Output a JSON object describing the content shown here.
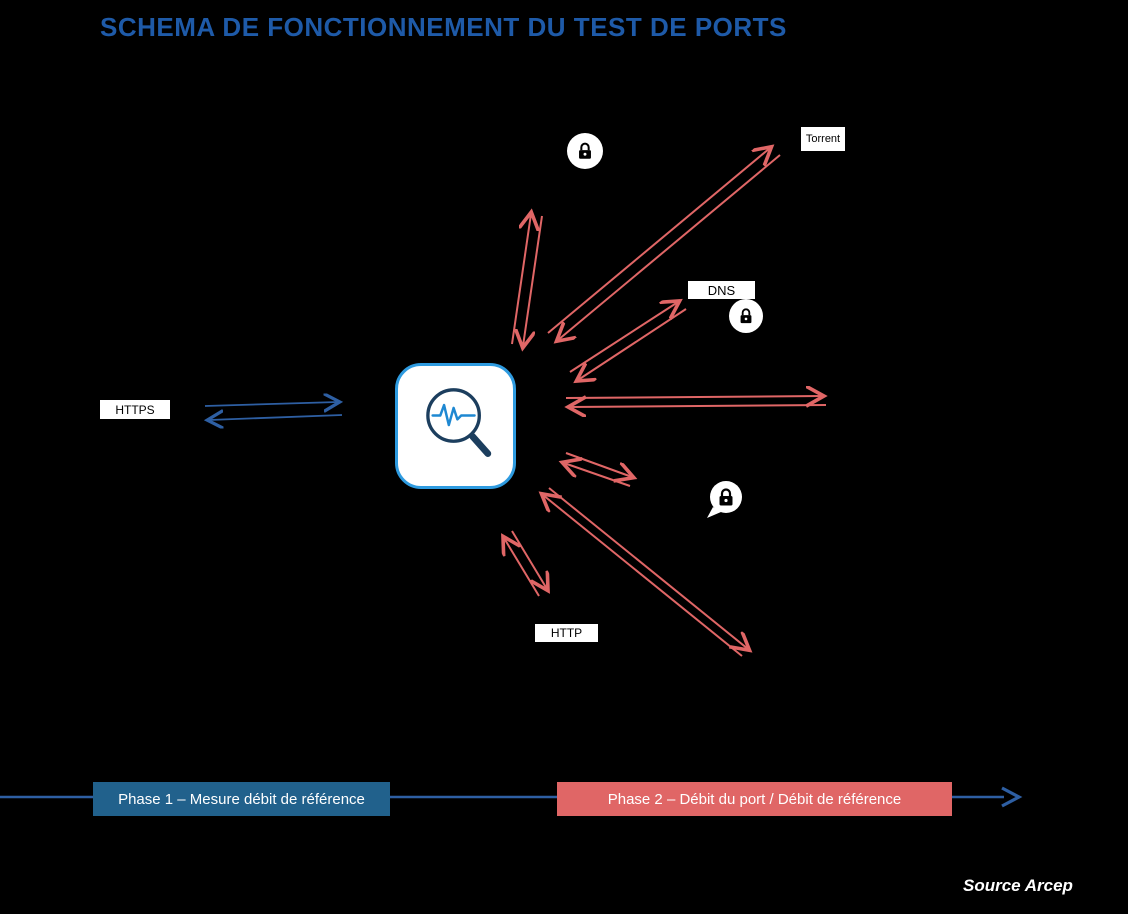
{
  "title": "SCHEMA DE FONCTIONNEMENT DU TEST DE PORTS",
  "labels": {
    "https": "HTTPS",
    "torrent": "Torrent",
    "dns": "DNS",
    "http": "HTTP"
  },
  "icons": {
    "center": "speed-test-magnifier-icon",
    "locks": [
      "lock-icon-top",
      "lock-icon-dns",
      "lock-icon-chat-bubble"
    ]
  },
  "timeline": {
    "phase1": "Phase 1 – Mesure débit de référence",
    "phase2": "Phase 2 – Débit du port / Débit de référence"
  },
  "source": "Source Arcep",
  "colors": {
    "background": "#000000",
    "title": "#1E5AA8",
    "blue_arrow": "#2E5FA3",
    "red_arrow": "#E06666",
    "phase1_bg": "#21618C",
    "phase2_bg": "#E06666",
    "icon_border": "#2E9BE0",
    "label_bg": "#FFFFFF"
  }
}
